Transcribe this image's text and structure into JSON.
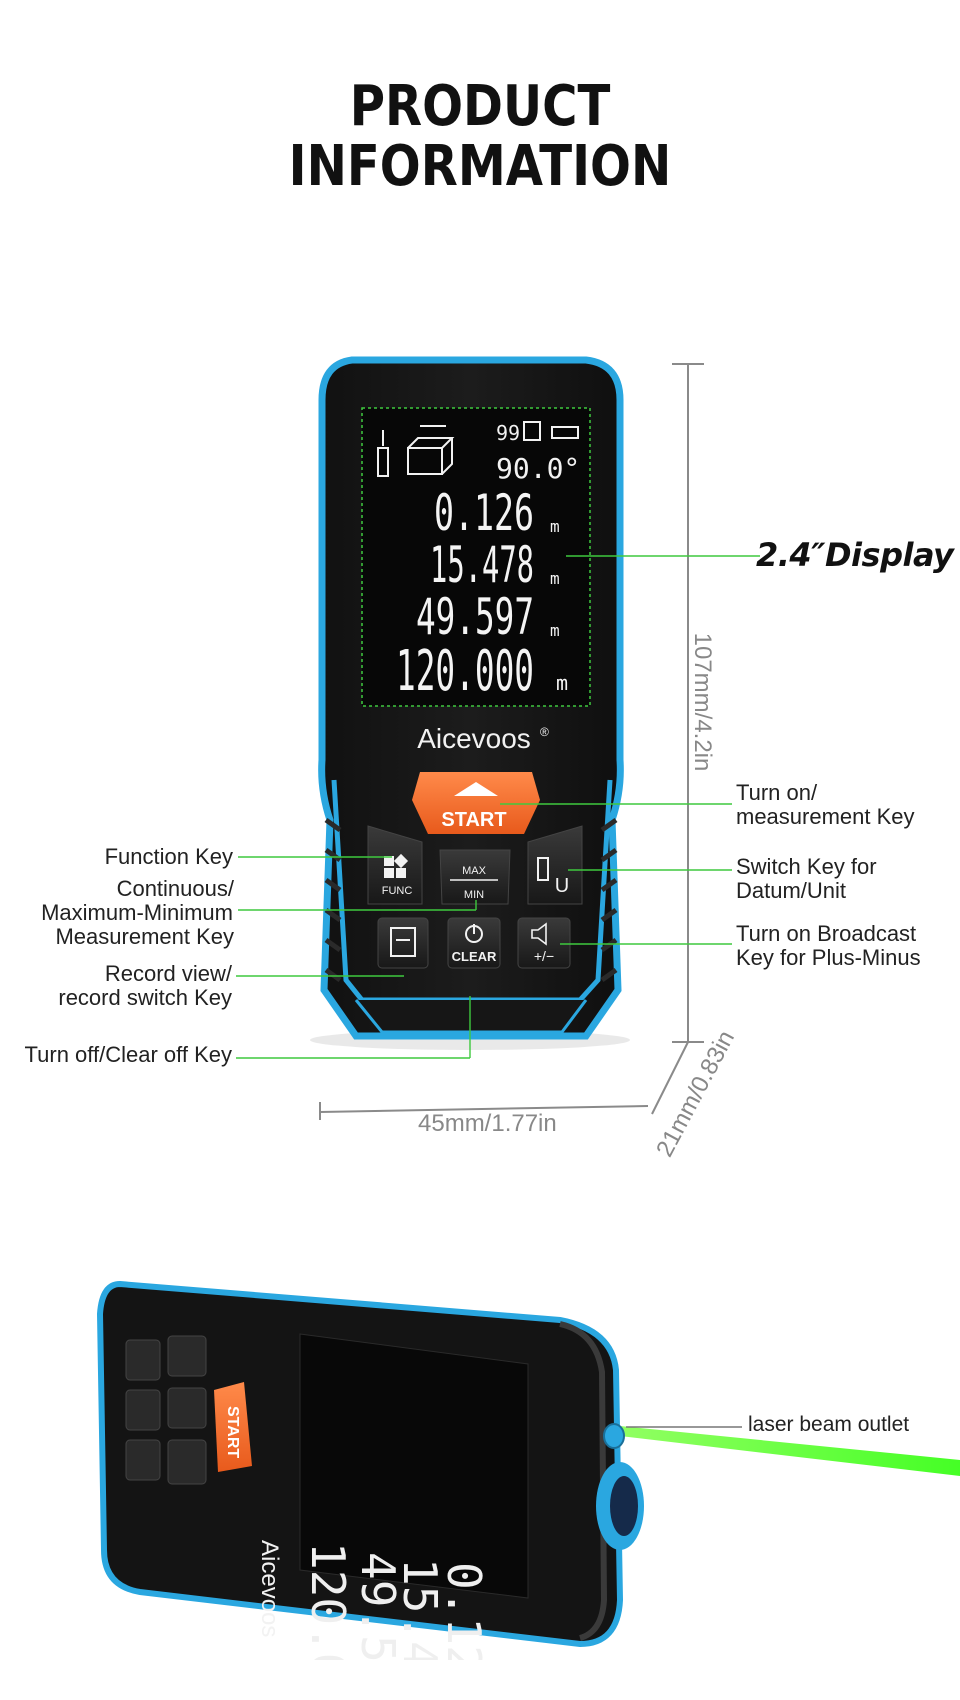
{
  "header": {
    "line1": "PRODUCT",
    "line2": "INFORMATION"
  },
  "device": {
    "brand": "Aicevoos",
    "registered_mark": "®",
    "readings": [
      {
        "value": "0.126",
        "unit": "m"
      },
      {
        "value": "15.478",
        "unit": "m"
      },
      {
        "value": "49.597",
        "unit": "m"
      },
      {
        "value": "120.000",
        "unit": "m"
      }
    ],
    "angle": "90.0°",
    "memory": "99",
    "keys": {
      "start": "START",
      "func": "FUNC",
      "max": "MAX",
      "min": "MIN",
      "unit": "U",
      "clear": "CLEAR",
      "plus_minus": "+/−"
    }
  },
  "callouts": {
    "display": "2.4″Display",
    "function_key": "Function Key",
    "continuous": [
      "Continuous/",
      "Maximum-Minimum",
      "Measurement Key"
    ],
    "record": [
      "Record view/",
      "record switch Key"
    ],
    "turn_off": "Turn off/Clear off Key",
    "turn_on": [
      "Turn on/",
      "measurement Key"
    ],
    "switch_key": [
      "Switch Key for",
      "Datum/Unit"
    ],
    "broadcast": [
      "Turn on Broadcast",
      "Key for Plus-Minus"
    ],
    "laser": "laser beam outlet"
  },
  "dimensions": {
    "height": "107mm/4.2in",
    "width": "45mm/1.77in",
    "depth": "21mm/0.83in"
  },
  "colors": {
    "accent_blue": "#2aa7e0",
    "start_orange": "#f26a2e",
    "callout_green": "#3ec93e",
    "laser_green": "#5dff3a"
  }
}
